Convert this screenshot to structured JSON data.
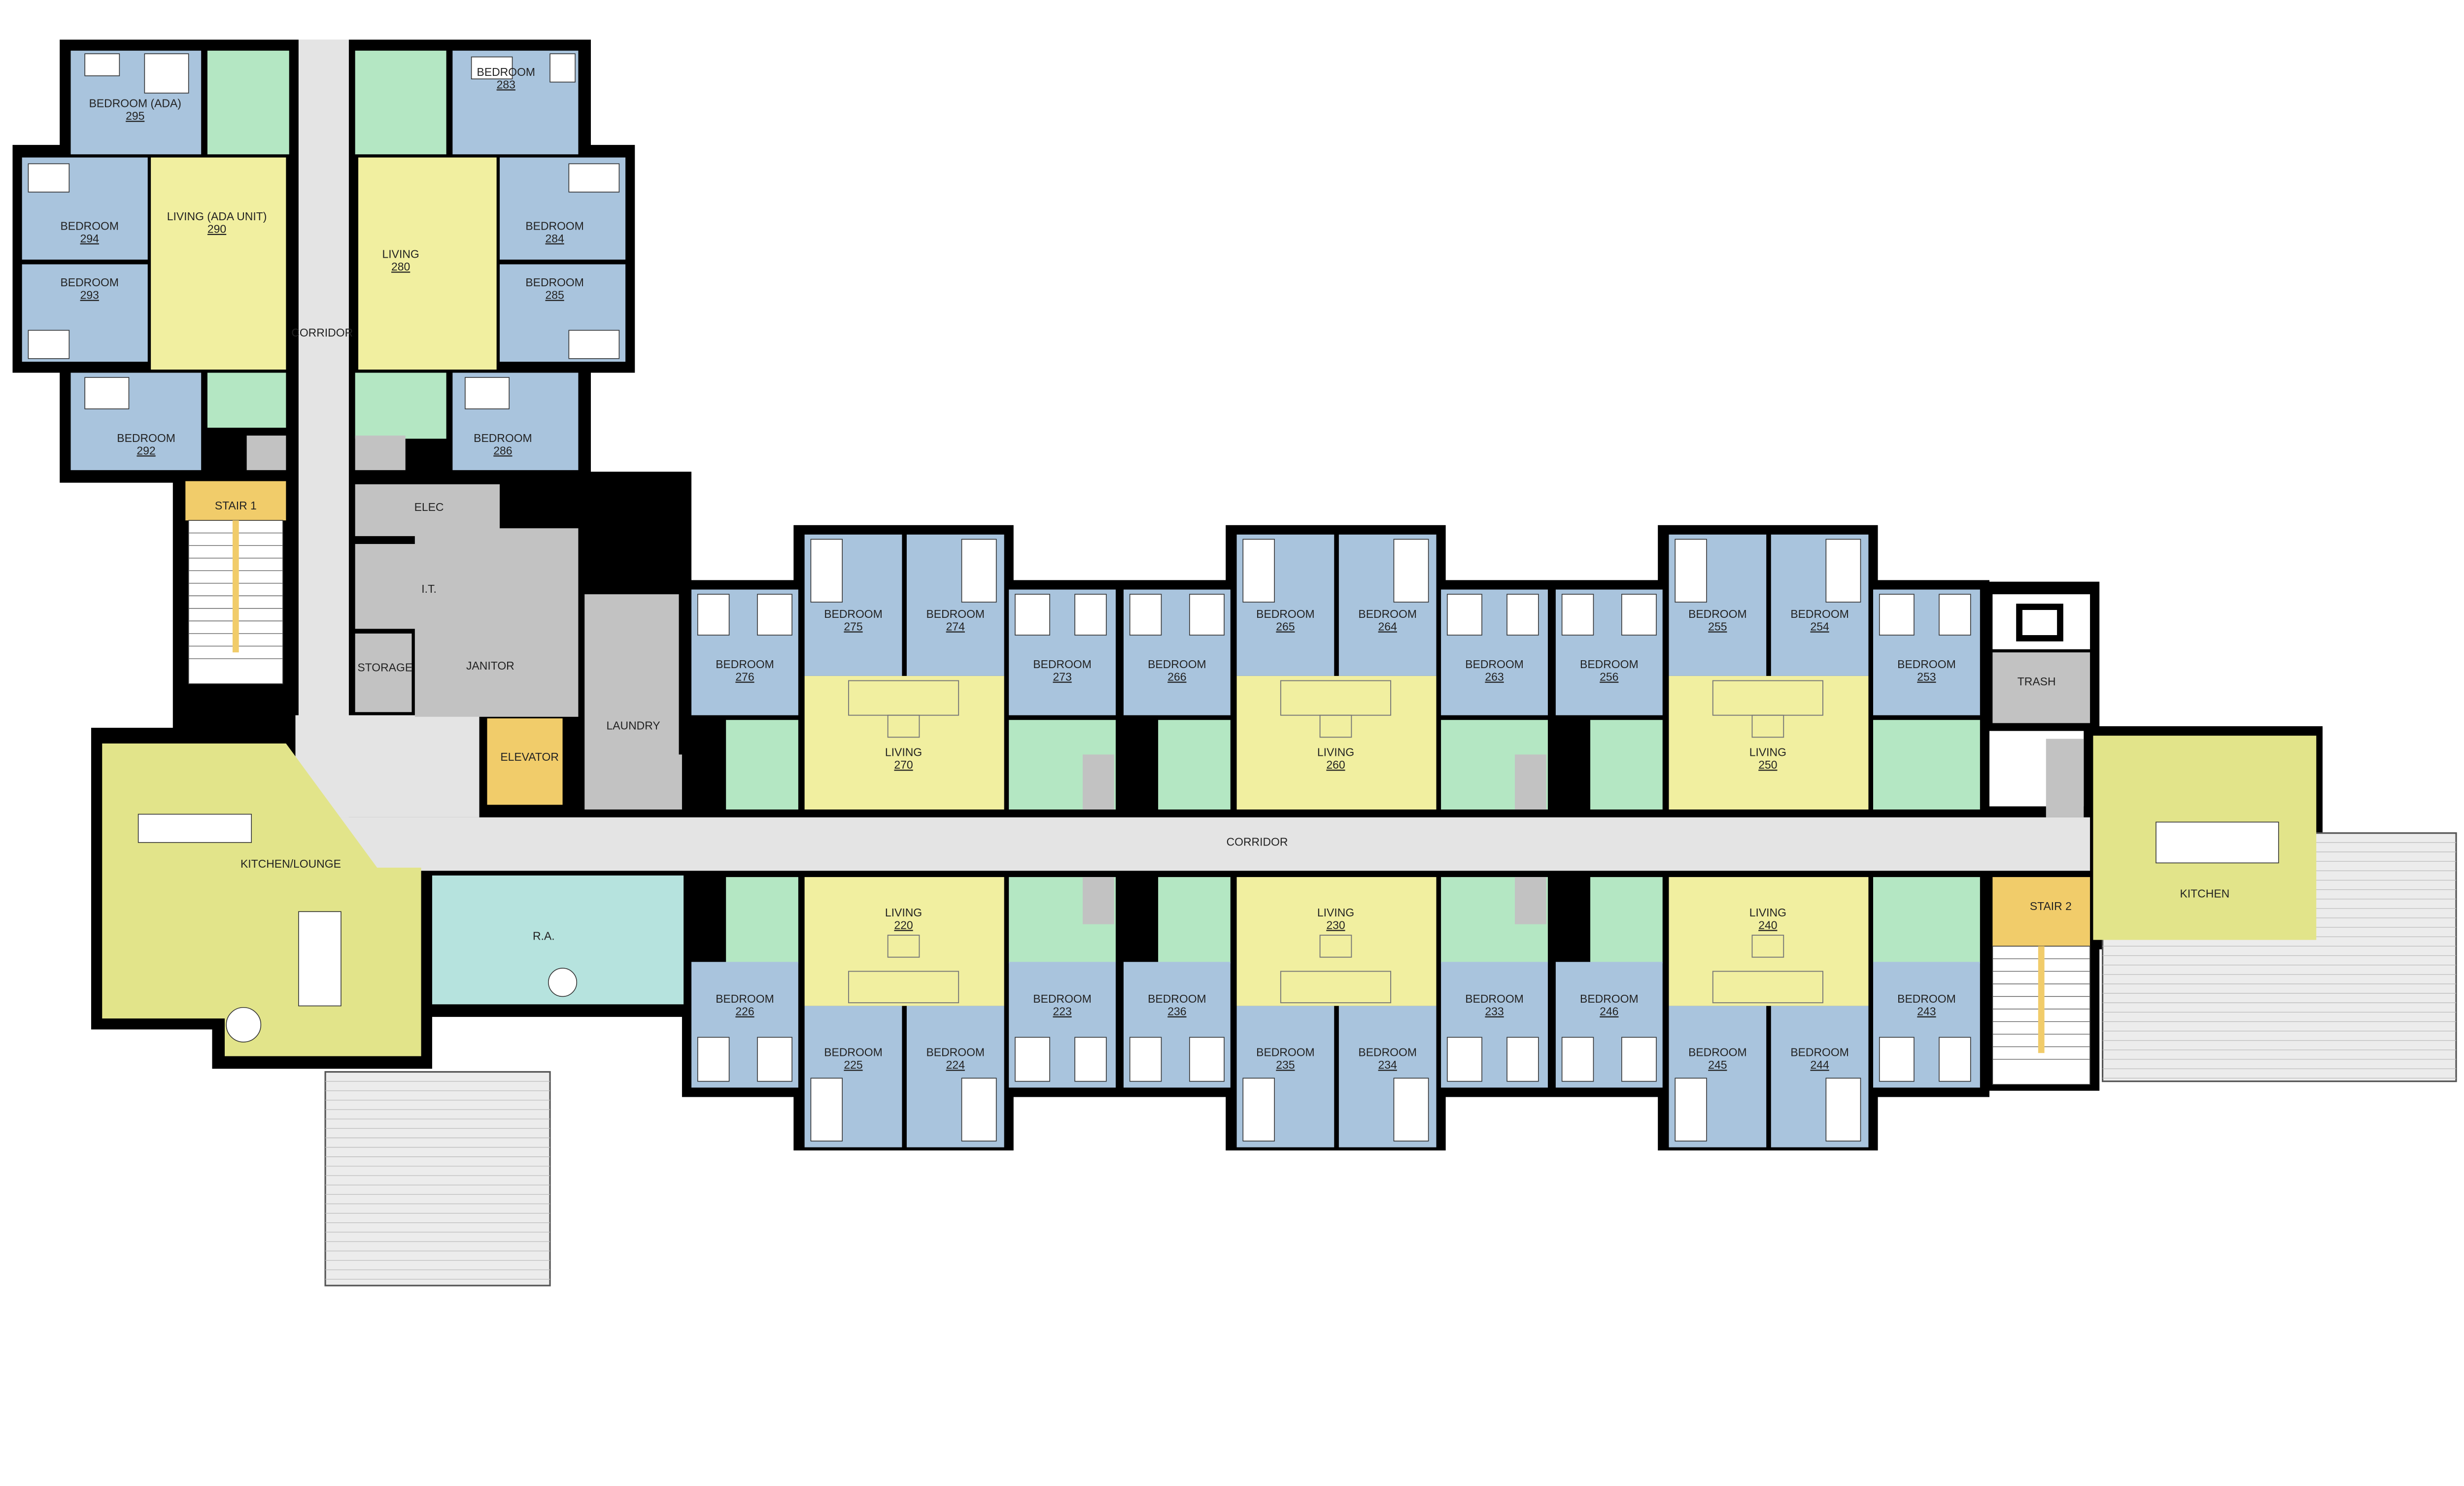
{
  "colors": {
    "bedroom": "#a9c4dd",
    "living": "#f1efa0",
    "bath": "#b4e7c3",
    "service": "#c2c2c2",
    "corridor": "#e4e4e4",
    "stair": "#f1cc6a",
    "lounge": "#e2e48a",
    "ra": "#b6e3de",
    "patio": "#ececec",
    "wall": "#000000"
  },
  "rooms": [
    {
      "id": "bed295",
      "type": "bedroom",
      "name": "BEDROOM (ADA)",
      "number": "295"
    },
    {
      "id": "bed294",
      "type": "bedroom",
      "name": "BEDROOM",
      "number": "294"
    },
    {
      "id": "bed293",
      "type": "bedroom",
      "name": "BEDROOM",
      "number": "293"
    },
    {
      "id": "bed292",
      "type": "bedroom",
      "name": "BEDROOM",
      "number": "292"
    },
    {
      "id": "liv290",
      "type": "living",
      "name": "LIVING (ADA UNIT)",
      "number": "290"
    },
    {
      "id": "bed283",
      "type": "bedroom",
      "name": "BEDROOM",
      "number": "283"
    },
    {
      "id": "bed284",
      "type": "bedroom",
      "name": "BEDROOM",
      "number": "284"
    },
    {
      "id": "bed285",
      "type": "bedroom",
      "name": "BEDROOM",
      "number": "285"
    },
    {
      "id": "bed286",
      "type": "bedroom",
      "name": "BEDROOM",
      "number": "286"
    },
    {
      "id": "liv280",
      "type": "living",
      "name": "LIVING",
      "number": "280"
    },
    {
      "id": "corrN",
      "type": "corridor",
      "name": "CORRIDOR",
      "number": ""
    },
    {
      "id": "stair1",
      "type": "stair",
      "name": "STAIR 1",
      "number": ""
    },
    {
      "id": "elec",
      "type": "service",
      "name": "ELEC",
      "number": ""
    },
    {
      "id": "it",
      "type": "service",
      "name": "I.T.",
      "number": ""
    },
    {
      "id": "storage",
      "type": "service",
      "name": "STORAGE",
      "number": ""
    },
    {
      "id": "janitor",
      "type": "service",
      "name": "JANITOR",
      "number": ""
    },
    {
      "id": "elevator",
      "type": "stair",
      "name": "ELEVATOR",
      "number": ""
    },
    {
      "id": "laundry",
      "type": "service",
      "name": "LAUNDRY",
      "number": ""
    },
    {
      "id": "corrMain",
      "type": "corridor",
      "name": "CORRIDOR",
      "number": ""
    },
    {
      "id": "lounge",
      "type": "lounge",
      "name": "KITCHEN/LOUNGE",
      "number": ""
    },
    {
      "id": "ra",
      "type": "ra",
      "name": "R.A.",
      "number": ""
    },
    {
      "id": "trash",
      "type": "service",
      "name": "TRASH",
      "number": ""
    },
    {
      "id": "kitchen",
      "type": "lounge",
      "name": "KITCHEN",
      "number": ""
    },
    {
      "id": "stair2",
      "type": "stair",
      "name": "STAIR 2",
      "number": ""
    },
    {
      "id": "bed276",
      "type": "bedroom",
      "name": "BEDROOM",
      "number": "276"
    },
    {
      "id": "bed275",
      "type": "bedroom",
      "name": "BEDROOM",
      "number": "275"
    },
    {
      "id": "bed274",
      "type": "bedroom",
      "name": "BEDROOM",
      "number": "274"
    },
    {
      "id": "bed273",
      "type": "bedroom",
      "name": "BEDROOM",
      "number": "273"
    },
    {
      "id": "liv270",
      "type": "living",
      "name": "LIVING",
      "number": "270"
    },
    {
      "id": "bed266",
      "type": "bedroom",
      "name": "BEDROOM",
      "number": "266"
    },
    {
      "id": "bed265",
      "type": "bedroom",
      "name": "BEDROOM",
      "number": "265"
    },
    {
      "id": "bed264",
      "type": "bedroom",
      "name": "BEDROOM",
      "number": "264"
    },
    {
      "id": "bed263",
      "type": "bedroom",
      "name": "BEDROOM",
      "number": "263"
    },
    {
      "id": "liv260",
      "type": "living",
      "name": "LIVING",
      "number": "260"
    },
    {
      "id": "bed256",
      "type": "bedroom",
      "name": "BEDROOM",
      "number": "256"
    },
    {
      "id": "bed255",
      "type": "bedroom",
      "name": "BEDROOM",
      "number": "255"
    },
    {
      "id": "bed254",
      "type": "bedroom",
      "name": "BEDROOM",
      "number": "254"
    },
    {
      "id": "bed253",
      "type": "bedroom",
      "name": "BEDROOM",
      "number": "253"
    },
    {
      "id": "liv250",
      "type": "living",
      "name": "LIVING",
      "number": "250"
    },
    {
      "id": "bed226",
      "type": "bedroom",
      "name": "BEDROOM",
      "number": "226"
    },
    {
      "id": "bed225",
      "type": "bedroom",
      "name": "BEDROOM",
      "number": "225"
    },
    {
      "id": "bed224",
      "type": "bedroom",
      "name": "BEDROOM",
      "number": "224"
    },
    {
      "id": "bed223",
      "type": "bedroom",
      "name": "BEDROOM",
      "number": "223"
    },
    {
      "id": "liv220",
      "type": "living",
      "name": "LIVING",
      "number": "220"
    },
    {
      "id": "bed236",
      "type": "bedroom",
      "name": "BEDROOM",
      "number": "236"
    },
    {
      "id": "bed235",
      "type": "bedroom",
      "name": "BEDROOM",
      "number": "235"
    },
    {
      "id": "bed234",
      "type": "bedroom",
      "name": "BEDROOM",
      "number": "234"
    },
    {
      "id": "bed233",
      "type": "bedroom",
      "name": "BEDROOM",
      "number": "233"
    },
    {
      "id": "liv230",
      "type": "living",
      "name": "LIVING",
      "number": "230"
    },
    {
      "id": "bed246",
      "type": "bedroom",
      "name": "BEDROOM",
      "number": "246"
    },
    {
      "id": "bed245",
      "type": "bedroom",
      "name": "BEDROOM",
      "number": "245"
    },
    {
      "id": "bed244",
      "type": "bedroom",
      "name": "BEDROOM",
      "number": "244"
    },
    {
      "id": "bed243",
      "type": "bedroom",
      "name": "BEDROOM",
      "number": "243"
    },
    {
      "id": "liv240",
      "type": "living",
      "name": "LIVING",
      "number": "240"
    }
  ]
}
